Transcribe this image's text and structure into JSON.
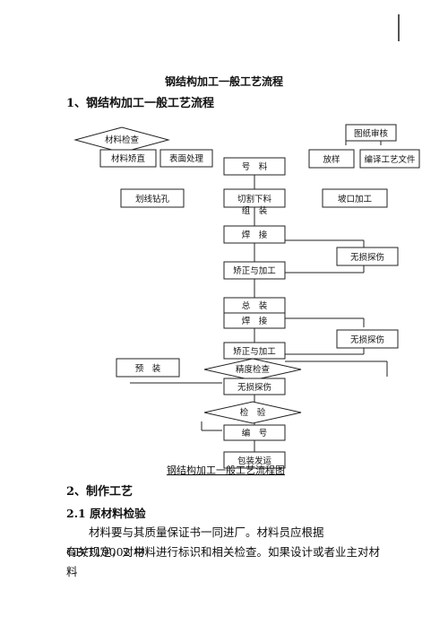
{
  "document": {
    "title": "钢结构加工一般工艺流程",
    "heading1": "1、钢结构加工一般工艺流程",
    "heading2": "2、制作工艺",
    "heading3": "2.1 原材料检验",
    "paragraph_lines": [
      "材料要与其质量保证书一同进厂。材料员应根据 GB/T19002 中",
      "有关规定，对材料进行标识和相关检查。如果设计或者业主对材料"
    ],
    "caption": "钢结构加工一般工艺流程图"
  },
  "flowchart": {
    "material_check": "材料检查",
    "straighten": "材料矫直",
    "surface": "表面处理",
    "drawing_review": "图纸审核",
    "layout": "放样",
    "process_file": "编译工艺文件",
    "marking": "号　料",
    "scribe_drill": "划线钻孔",
    "cut": "切割下料",
    "assemble_small": "组　装",
    "groove": "坡口加工",
    "weld1": "焊　接",
    "ndt1": "无损探伤",
    "correct1": "矫正与加工",
    "assemble_total": "总　装",
    "weld2": "焊　接",
    "ndt2": "无损探伤",
    "correct2": "矫正与加工",
    "preassemble": "预　装",
    "precision": "精度检查",
    "ndt3": "无损探伤",
    "inspect": "检　验",
    "numbering": "编　号",
    "pack_ship": "包装发运"
  }
}
